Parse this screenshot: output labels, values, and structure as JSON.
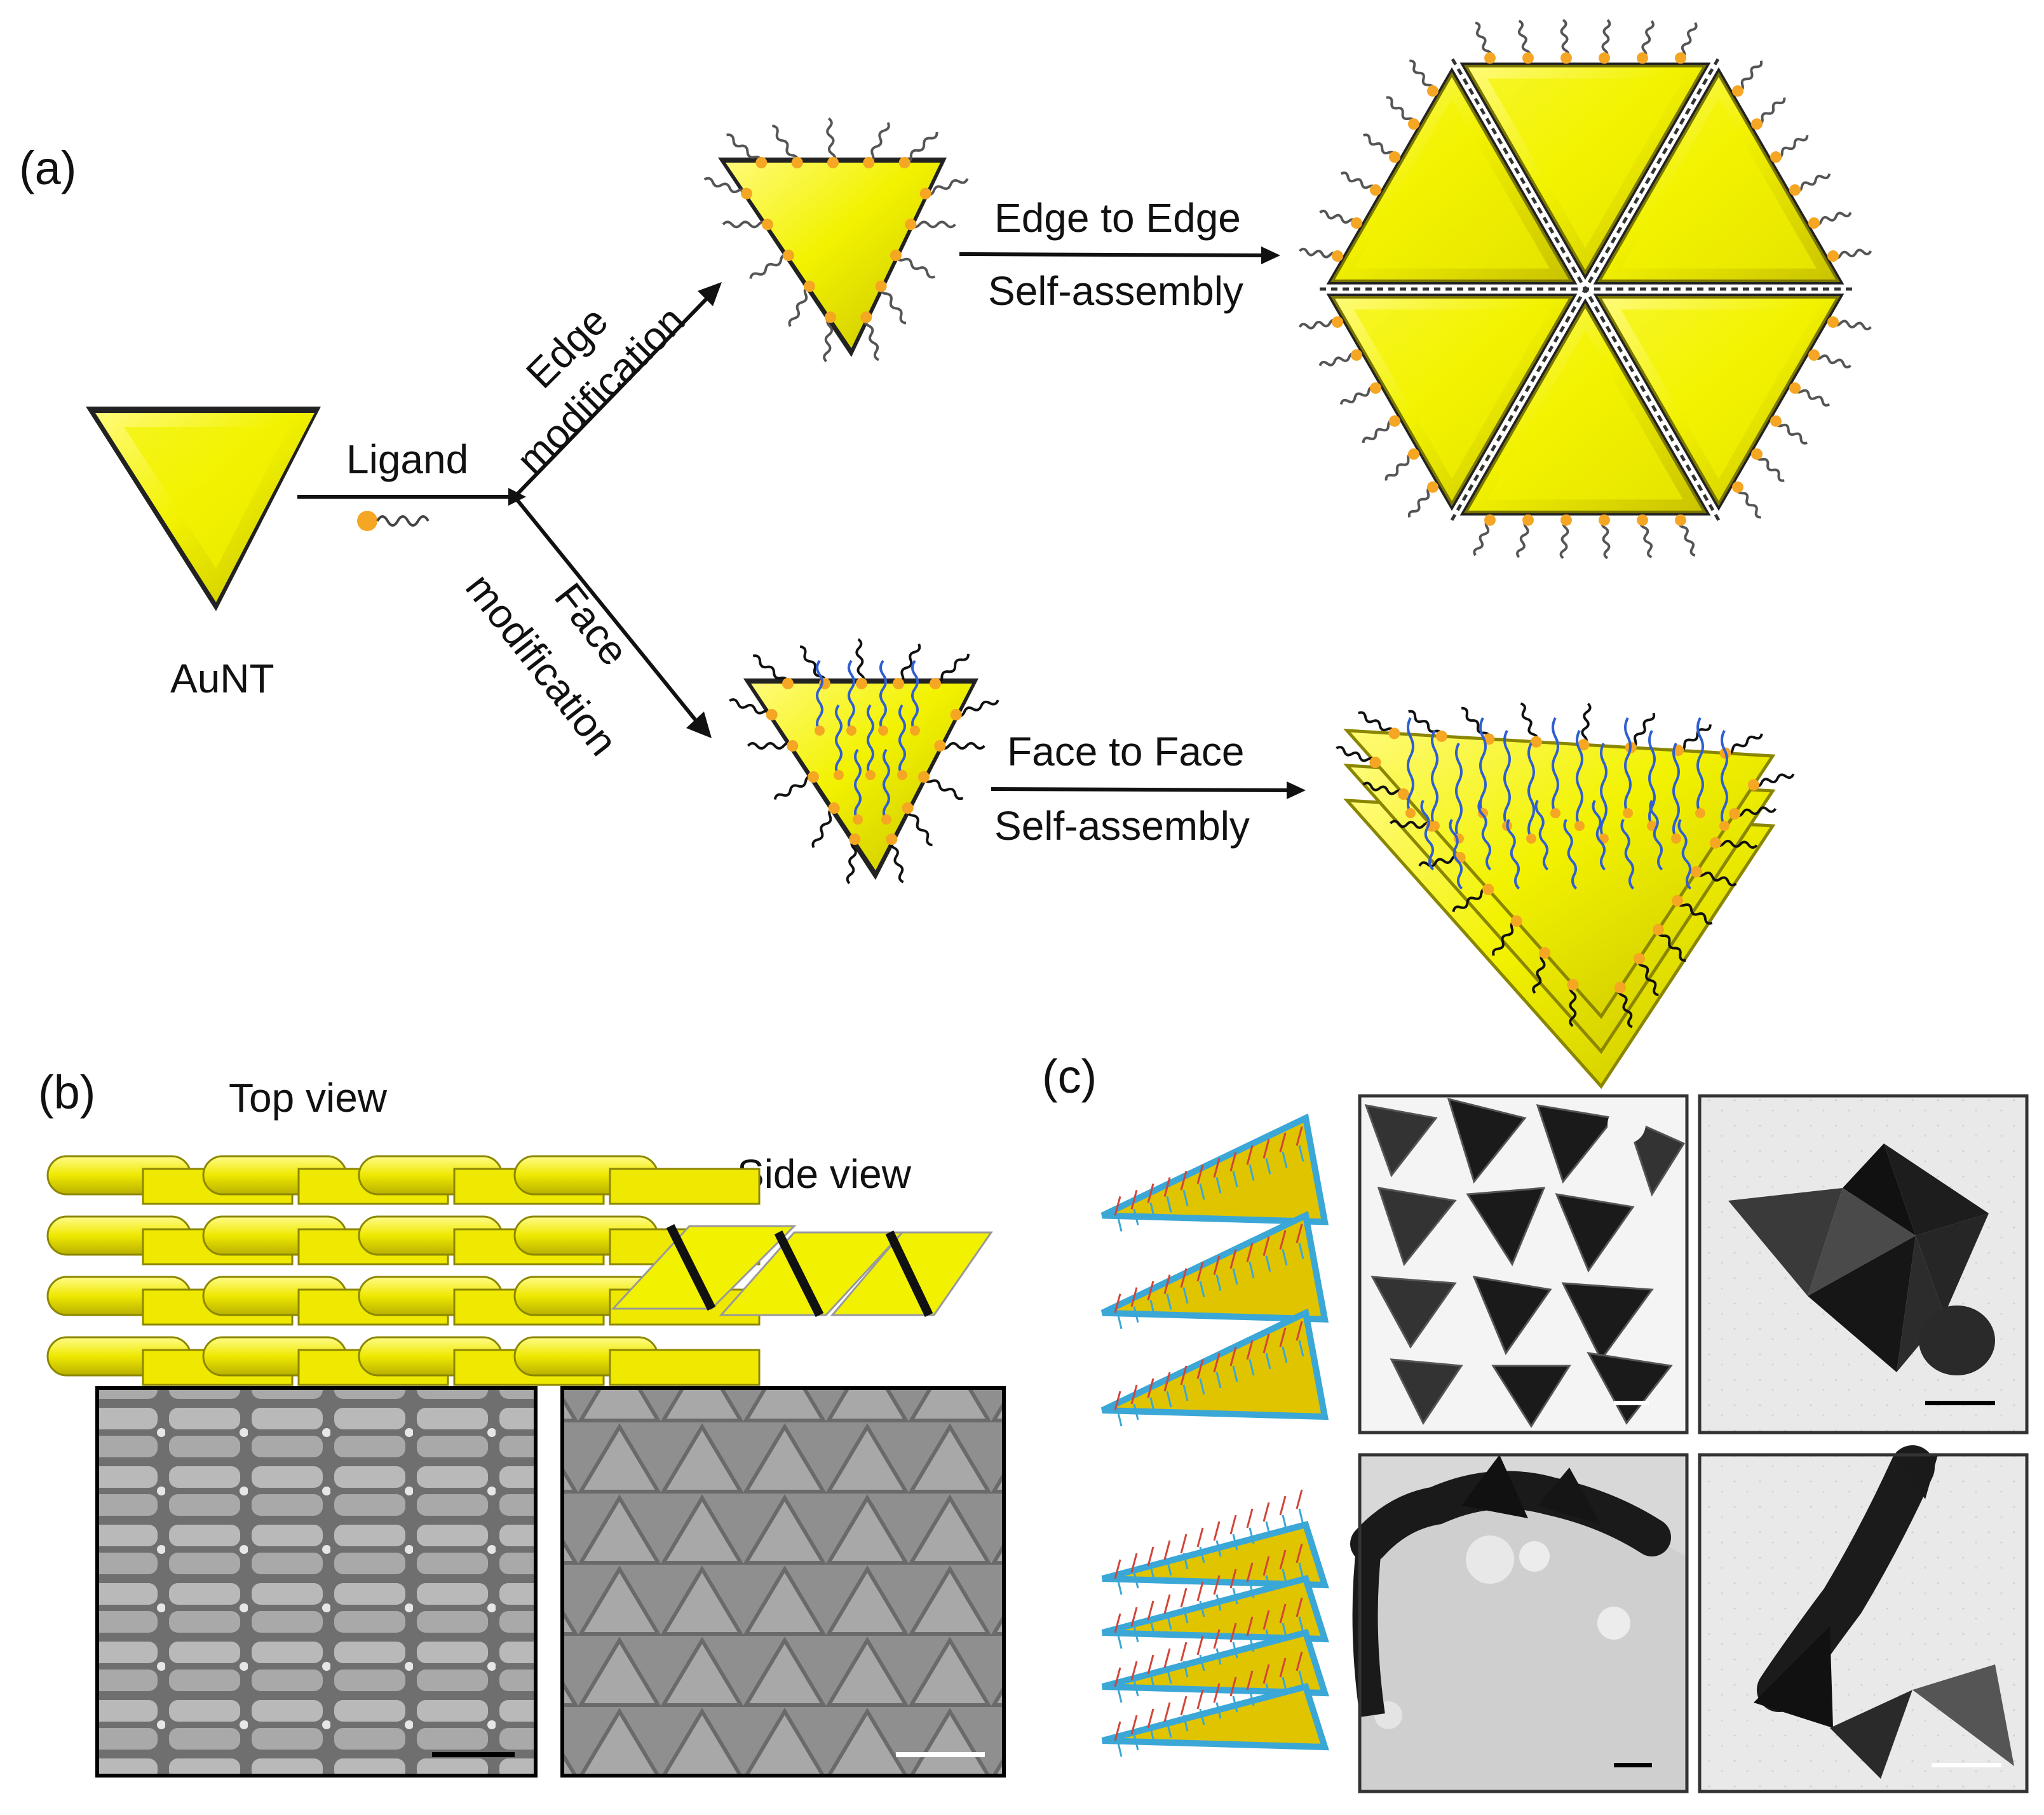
{
  "panel_a": {
    "label": "(a)",
    "aunt_label": "AuNT",
    "ligand_label": "Ligand",
    "edge_branch": [
      "Edge",
      "modification"
    ],
    "face_branch": [
      "Face",
      "modification"
    ],
    "edge_assembly": [
      "Edge to Edge",
      "Self-assembly"
    ],
    "face_assembly": [
      "Face to Face",
      "Self-assembly"
    ]
  },
  "panel_b": {
    "label": "(b)",
    "top_view": "Top view",
    "side_view": "Side view"
  },
  "panel_c": {
    "label": "(c)"
  },
  "colors": {
    "gold": "#f2f200",
    "gold_dark": "#b6b000",
    "ligand_orange": "#f5a623",
    "ligand_blue": "#2f5fd0",
    "sem_gray": "#8a8a8a",
    "tem_dark": "#1a1a1a"
  }
}
